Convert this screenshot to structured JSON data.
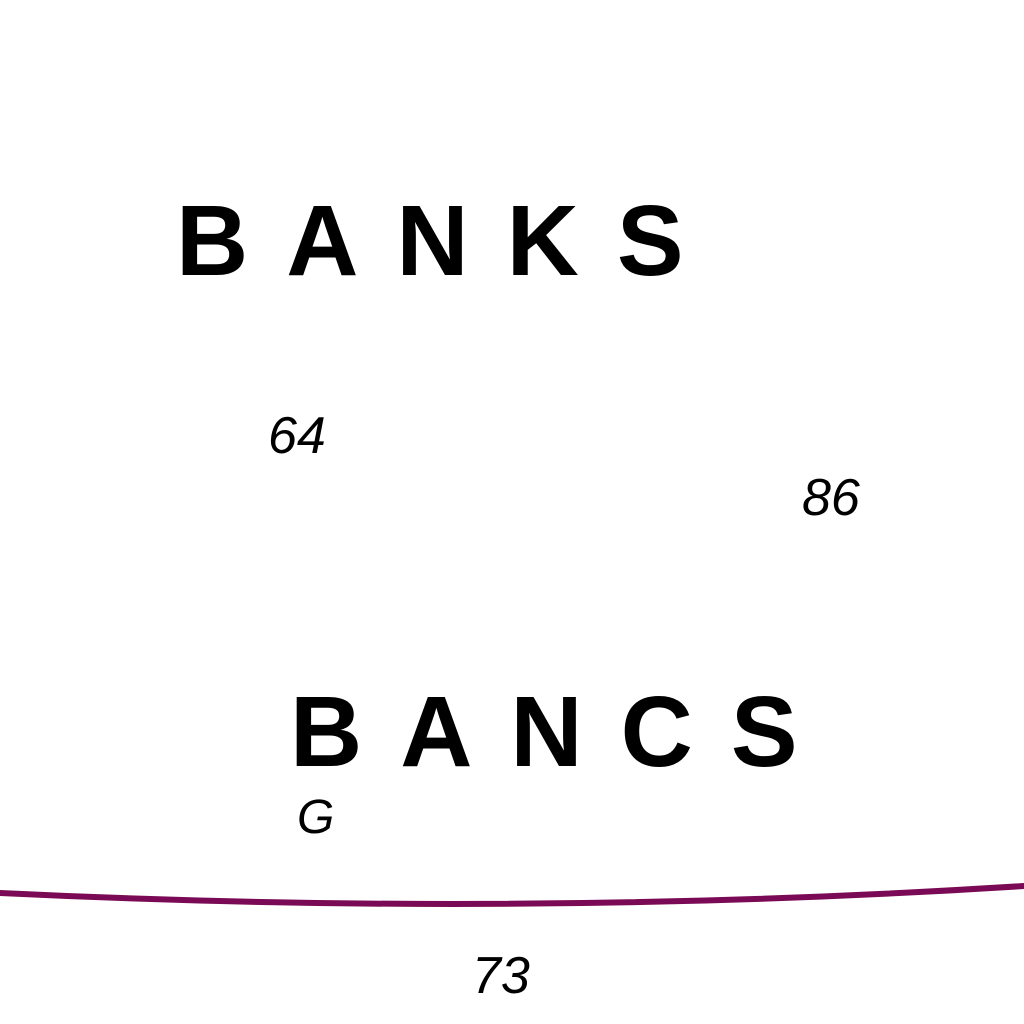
{
  "map": {
    "area_label_english": "BANKS",
    "area_label_french": "BANCS",
    "soundings": [
      "64",
      "86",
      "73"
    ],
    "seabed_code": "G",
    "colors": {
      "background": "#ffffff",
      "text": "#000000",
      "boundary_line": "#7a0a55"
    }
  }
}
